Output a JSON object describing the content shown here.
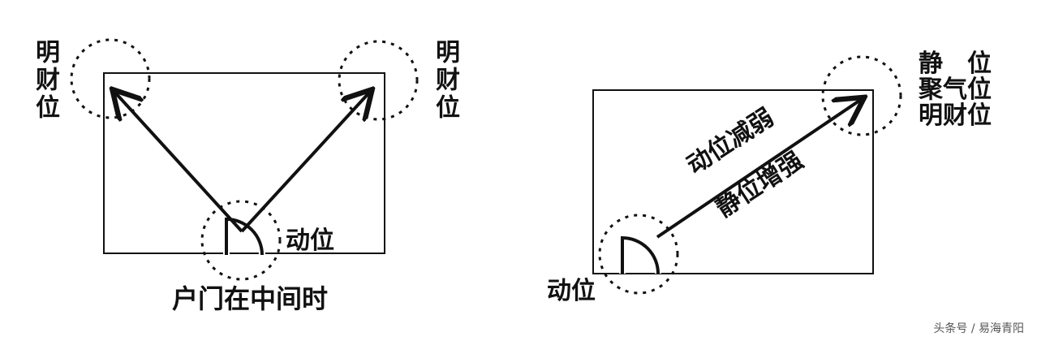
{
  "left_panel": {
    "top_left_label": "明财位",
    "top_right_label": "明财位",
    "door_label": "动位",
    "caption": "户门在中间时"
  },
  "right_panel": {
    "top_right_labels": [
      "静",
      "位",
      "聚气位",
      "明财位"
    ],
    "arrow_label_top": "动位减弱",
    "arrow_label_bottom": "静位增强",
    "door_label": "动位"
  },
  "watermark": "头条号 / 易海青阳",
  "colors": {
    "ink": "#111111",
    "background": "#ffffff",
    "watermark": "#555555"
  }
}
